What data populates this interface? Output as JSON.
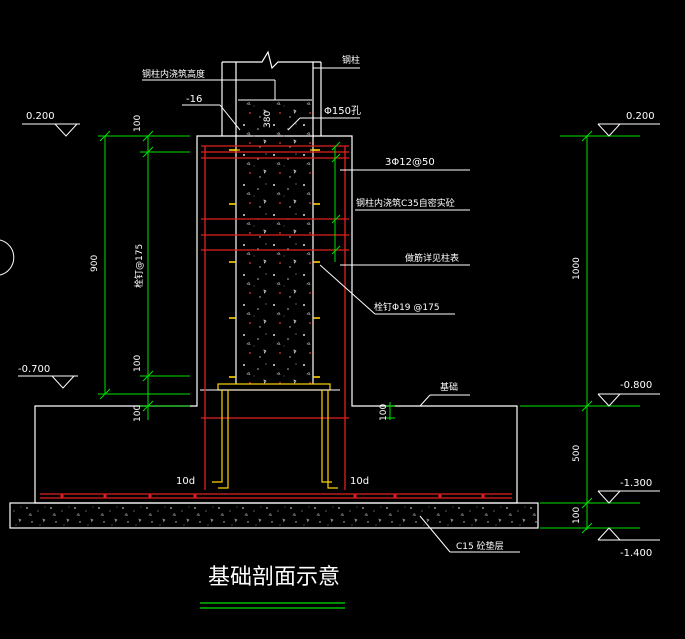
{
  "drawing": {
    "title": "基础剖面示意",
    "colors": {
      "background": "#000000",
      "outline": "#ffffff",
      "column": "#ffffff",
      "rebar": "#e0201e",
      "dimension": "#00e000",
      "leader": "#ffffff",
      "text": "#ffffff",
      "anchor": "#ffd400"
    },
    "elevations": {
      "left_top": "0.200",
      "left_mid": "-0.700",
      "right_top": "0.200",
      "right_mid": "-0.800",
      "right_low": "-1.300",
      "right_bottom": "-1.400"
    },
    "dimensions": {
      "left_top_100": "100",
      "left_900": "900",
      "left_stud_spacing": "栓钉@175",
      "left_bottom_100": "100",
      "left_base_100": "100",
      "right_1000": "1000",
      "right_500": "500",
      "right_100": "100",
      "cap_100": "100",
      "column_380": "380",
      "anchor_left_10d": "10d",
      "anchor_right_10d": "10d"
    },
    "annotations": {
      "steel_column": "钢柱",
      "fill_height": "钢柱内浇筑高度",
      "plate": "-16",
      "hole": "Φ150孔",
      "stirrups": "3Φ12@50",
      "concrete_fill": "钢柱内浇筑C35自密实砼",
      "see_column_table": "做筋详见柱表",
      "studs": "栓钉Φ19 @175",
      "foundation": "基础",
      "cushion": "C15  砼垫层"
    }
  }
}
